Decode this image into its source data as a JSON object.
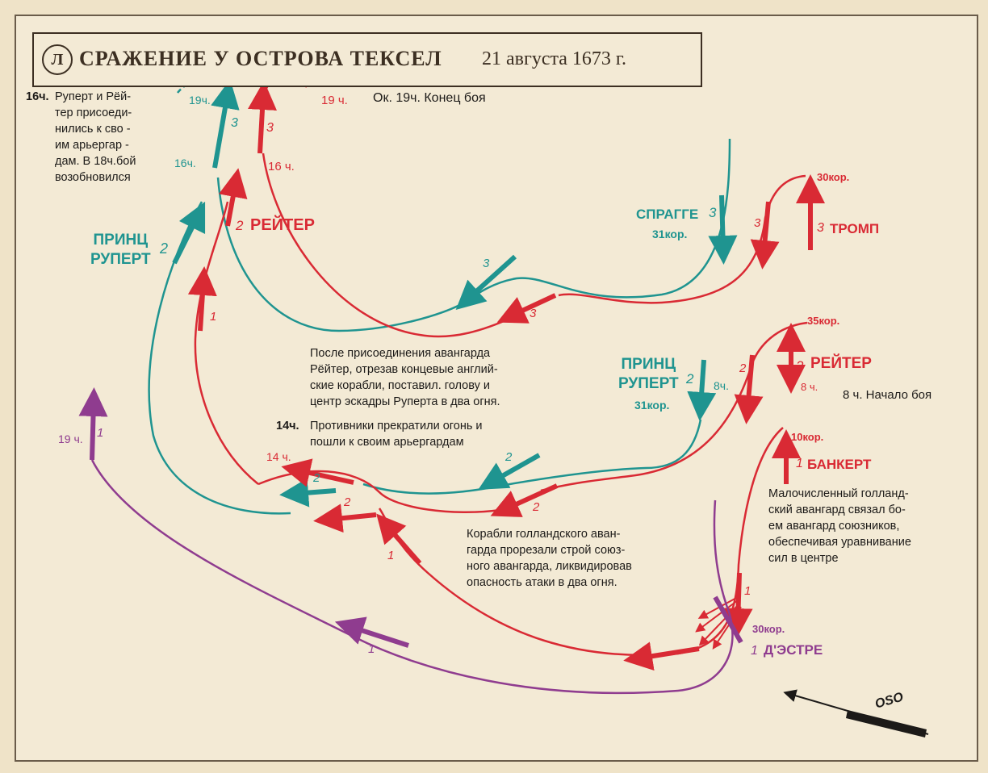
{
  "title": {
    "emblem": "Л",
    "main": "СРАЖЕНИЕ У ОСТРОВА ТЕКСЕЛ",
    "date": "21 августа 1673 г."
  },
  "notes": {
    "n16_time": "16ч.",
    "n16_lines": [
      "Руперт и Рёй-",
      "тер присоеди-",
      "нились к сво -",
      "им арьергар -",
      "дам. В 18ч.бой",
      "возобновился"
    ],
    "end_battle": "Ок. 19ч. Конец боя",
    "n14_lines": [
      "После присоединения  авангарда",
      "Рёйтер, отрезав концевые англий-",
      "ские корабли, поставил. голову и",
      "центр эскадры Руперта в два огня."
    ],
    "n14_time": "14ч.",
    "n14_cont": [
      "Противники прекратили огонь и",
      "пошли к своим арьергардам"
    ],
    "start_battle": "8 ч.  Начало боя",
    "dutch_van_lines": [
      "Малочисленный голланд-",
      "ский авангард связал бо-",
      "ем авангард союзников,",
      "обеспечивая уравнивание",
      "сил в центре"
    ],
    "cut_lines": [
      "Корабли голландского аван-",
      "гарда прорезали строй союз-",
      "ного авангарда, ликвидировав",
      "опасность атаки в два огня."
    ]
  },
  "fleets": {
    "tromp": "ТРОМП",
    "tromp_num": "3",
    "tromp_ships": "30кор.",
    "spragge": "СПРАГГЕ",
    "spragge_num": "3",
    "spragge_ships": "31кор.",
    "reuter_top": "РЕЙТЕР",
    "reuter_top_num": "2",
    "rupert_top": [
      "ПРИНЦ",
      "РУПЕРТ"
    ],
    "rupert_top_num": "2",
    "rupert_mid": [
      "ПРИНЦ",
      "РУПЕРТ"
    ],
    "rupert_mid_num": "2",
    "rupert_mid_ships": "31кор.",
    "rupert_mid_time": "8ч.",
    "reuter_right": "РЕЙТЕР",
    "reuter_right_num": "2",
    "reuter_right_ships": "35кор.",
    "reuter_right_time": "8 ч.",
    "bankert": "БАНКЕРТ",
    "bankert_num": "1",
    "bankert_ships": "10кор.",
    "estre": "Д'ЭСТРЕ",
    "estre_num": "1",
    "estre_ships": "30кор."
  },
  "times": {
    "t19_teal": "19ч.",
    "t16_teal": "16ч.",
    "t19_red": "19 ч.",
    "t16_red": "16 ч.",
    "t14": "14 ч.",
    "t19_purple": "19 ч."
  },
  "num_labels": {
    "teal_3_top": "3",
    "red_3_top": "3",
    "teal_3_mid": "3",
    "red_3_mid": "3",
    "red_3_right": "3",
    "red_2_right": "2",
    "red_1_left": "1",
    "teal_2_low": "2",
    "red_2_low": "2",
    "teal_2_14": "2",
    "red_2_14": "2",
    "red_1_mid": "1",
    "red_1_right": "1",
    "purple_1_left": "1",
    "purple_1_bottom": "1"
  },
  "compass": "OSO",
  "colors": {
    "allied_english": "#1f9490",
    "dutch": "#d92a34",
    "french": "#8f3c8f",
    "paper": "#f3ead5",
    "ink": "#1c1a18"
  }
}
